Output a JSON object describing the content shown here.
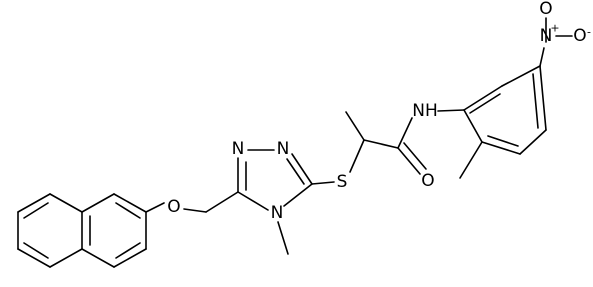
{
  "structure": {
    "atom_labels": {
      "nitro_n": "N",
      "nitro_n_charge": "+",
      "nitro_o_top": "O",
      "nitro_o_right": "O",
      "nitro_o_right_charge": "-",
      "amide_nh": "NH",
      "amide_o": "O",
      "thioether_s": "S",
      "triazole_n1": "N",
      "triazole_n2": "N",
      "triazole_n4": "N",
      "ether_o": "O"
    }
  }
}
